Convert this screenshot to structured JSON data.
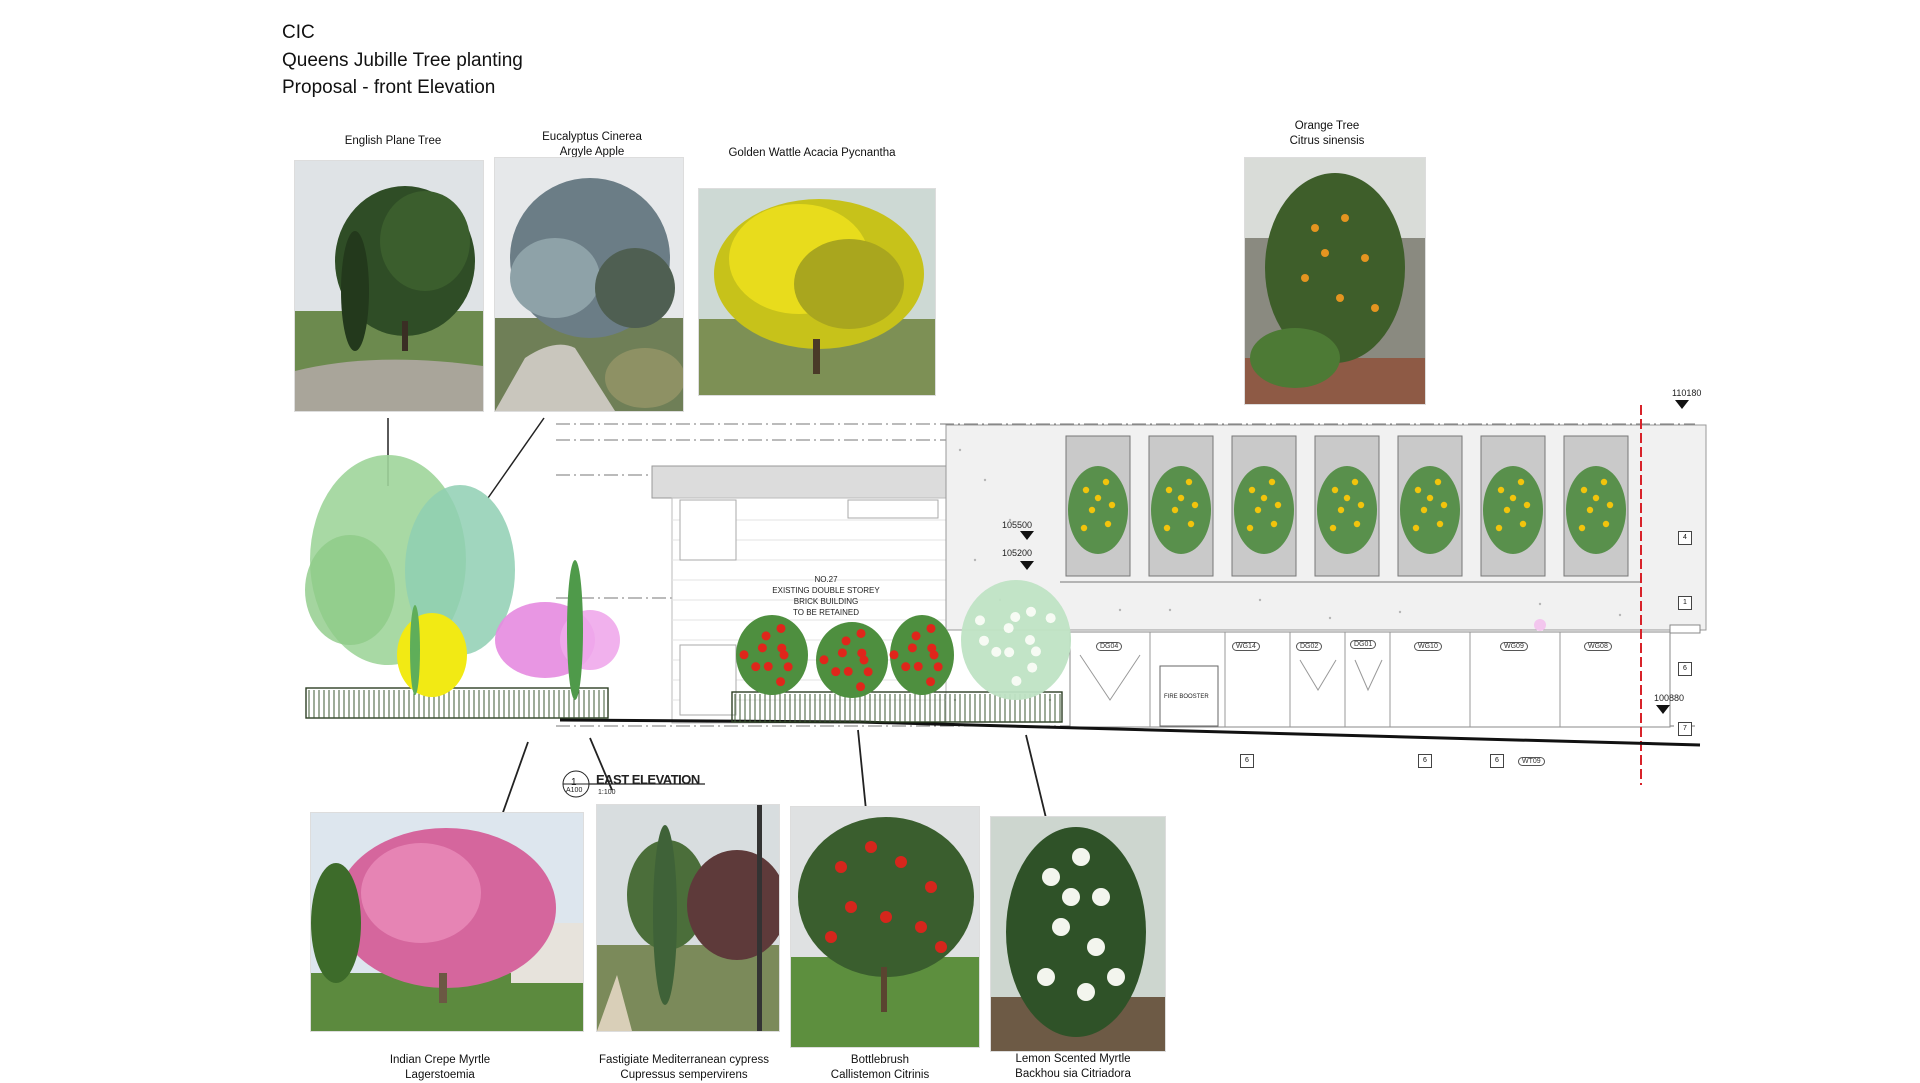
{
  "title": {
    "line1": "CIC",
    "line2": "Queens Jubille Tree planting",
    "line3": "Proposal - front Elevation"
  },
  "trees_top": [
    {
      "name": "English Plane Tree",
      "sub": ""
    },
    {
      "name": "Eucalyptus Cinerea",
      "sub": "Argyle Apple"
    },
    {
      "name": "Golden Wattle Acacia Pycnantha",
      "sub": ""
    },
    {
      "name": "Orange Tree",
      "sub": "Citrus sinensis"
    }
  ],
  "trees_bottom": [
    {
      "name": "Indian Crepe Myrtle",
      "sub": "Lagerstoemia"
    },
    {
      "name": "Fastigiate Mediterranean cypress",
      "sub": "Cupressus sempervirens"
    },
    {
      "name": "Bottlebrush",
      "sub": "Callistemon Citrinis"
    },
    {
      "name": "Lemon Scented Myrtle",
      "sub": "Backhou  sia Citriadora"
    }
  ],
  "elevation": {
    "view_title": "EAST ELEVATION",
    "view_number": "1",
    "sheet_ref": "A100",
    "scale": "1:100",
    "building_note": [
      "NO.27",
      "EXISTING DOUBLE STOREY",
      "BRICK BUILDING",
      "TO BE RETAINED"
    ],
    "levels": [
      "110180",
      "105500",
      "105200",
      "100880"
    ],
    "fire_booster": "FIRE BOOSTER",
    "door_tags": [
      "DG04",
      "WG14",
      "DG02",
      "DG01",
      "WG10",
      "WG09",
      "WG08"
    ],
    "bottom_tags": [
      "6",
      "6",
      "6",
      "WT09"
    ],
    "grid_markers": [
      "4",
      "1",
      "6",
      "7"
    ]
  },
  "colors": {
    "plane_green": "#9fd59a",
    "eucalyptus_green": "#8fcfb3",
    "wattle_yellow": "#f2ea14",
    "crepe_pink": "#e58be0",
    "cypress_green": "#4f9a4a",
    "bottlebrush_red": "#e0261b",
    "myrtle_white": "#e8f3e2",
    "orange_fruit": "#f2c40c",
    "datum_red": "#d8232a"
  }
}
